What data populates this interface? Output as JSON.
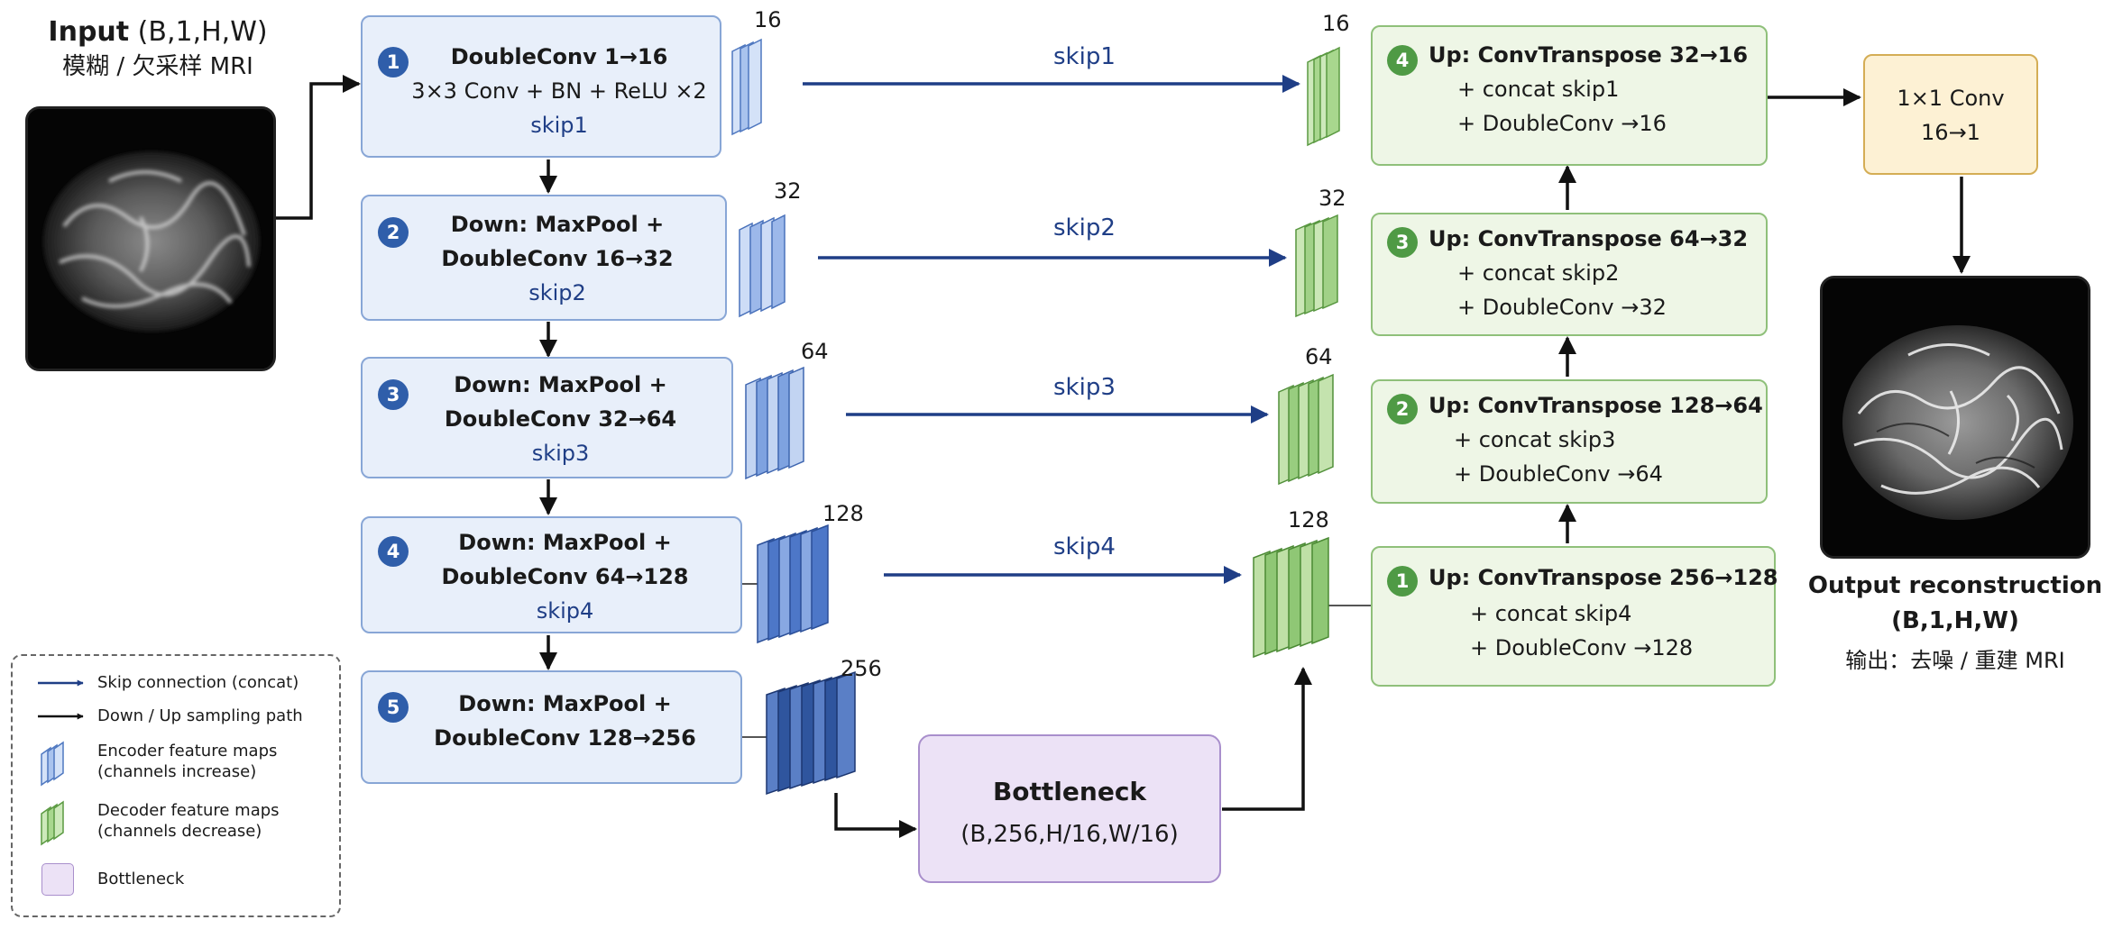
{
  "input": {
    "title": "Input",
    "shape": "(B,1,H,W)",
    "subtitle": "模糊 / 欠采样 MRI"
  },
  "encoder": [
    {
      "num": "1",
      "lines": [
        "DoubleConv 1→16",
        "3×3 Conv + BN + ReLU ×2"
      ],
      "skip": "skip1",
      "channels": "16"
    },
    {
      "num": "2",
      "lines": [
        "Down: MaxPool +",
        "DoubleConv 16→32"
      ],
      "skip": "skip2",
      "channels": "32"
    },
    {
      "num": "3",
      "lines": [
        "Down: MaxPool +",
        "DoubleConv 32→64"
      ],
      "skip": "skip3",
      "channels": "64"
    },
    {
      "num": "4",
      "lines": [
        "Down: MaxPool +",
        "DoubleConv 64→128"
      ],
      "skip": "skip4",
      "channels": "128"
    },
    {
      "num": "5",
      "lines": [
        "Down: MaxPool +",
        "DoubleConv 128→256"
      ],
      "skip": "",
      "channels": "256"
    }
  ],
  "skip_labels": [
    "skip1",
    "skip2",
    "skip3",
    "skip4"
  ],
  "decoder": [
    {
      "num": "4",
      "lines": [
        "Up: ConvTranspose 32→16",
        "+ concat skip1",
        "+ DoubleConv  →16"
      ],
      "channels": "16"
    },
    {
      "num": "3",
      "lines": [
        "Up: ConvTranspose 64→32",
        "+ concat skip2",
        "+ DoubleConv  →32"
      ],
      "channels": "32"
    },
    {
      "num": "2",
      "lines": [
        "Up: ConvTranspose 128→64",
        "+ concat skip3",
        "+ DoubleConv  →64"
      ],
      "channels": "64"
    },
    {
      "num": "1",
      "lines": [
        "Up: ConvTranspose 256→128",
        "+ concat skip4",
        "+ DoubleConv  →128"
      ],
      "channels": "128"
    }
  ],
  "bottleneck": {
    "title": "Bottleneck",
    "shape": "(B,256,H/16,W/16)"
  },
  "final_conv": {
    "title": "1×1 Conv",
    "channels": "16→1"
  },
  "output": {
    "title": "Output reconstruction",
    "shape": "(B,1,H,W)",
    "subtitle": "输出：去噪 / 重建 MRI"
  },
  "legend": {
    "skip": "Skip connection (concat)",
    "path": "Down / Up sampling path",
    "enc_title": "Encoder feature maps",
    "enc_sub": "(channels increase)",
    "dec_title": "Decoder feature maps",
    "dec_sub": "(channels decrease)",
    "bott": "Bottleneck"
  },
  "colors": {
    "encoder_fill": "#e8effa",
    "decoder_fill": "#eef6e6",
    "bottleneck_fill": "#ece2f6",
    "conv_fill": "#fdf1d4",
    "skip_arrow": "#1f3e86"
  }
}
